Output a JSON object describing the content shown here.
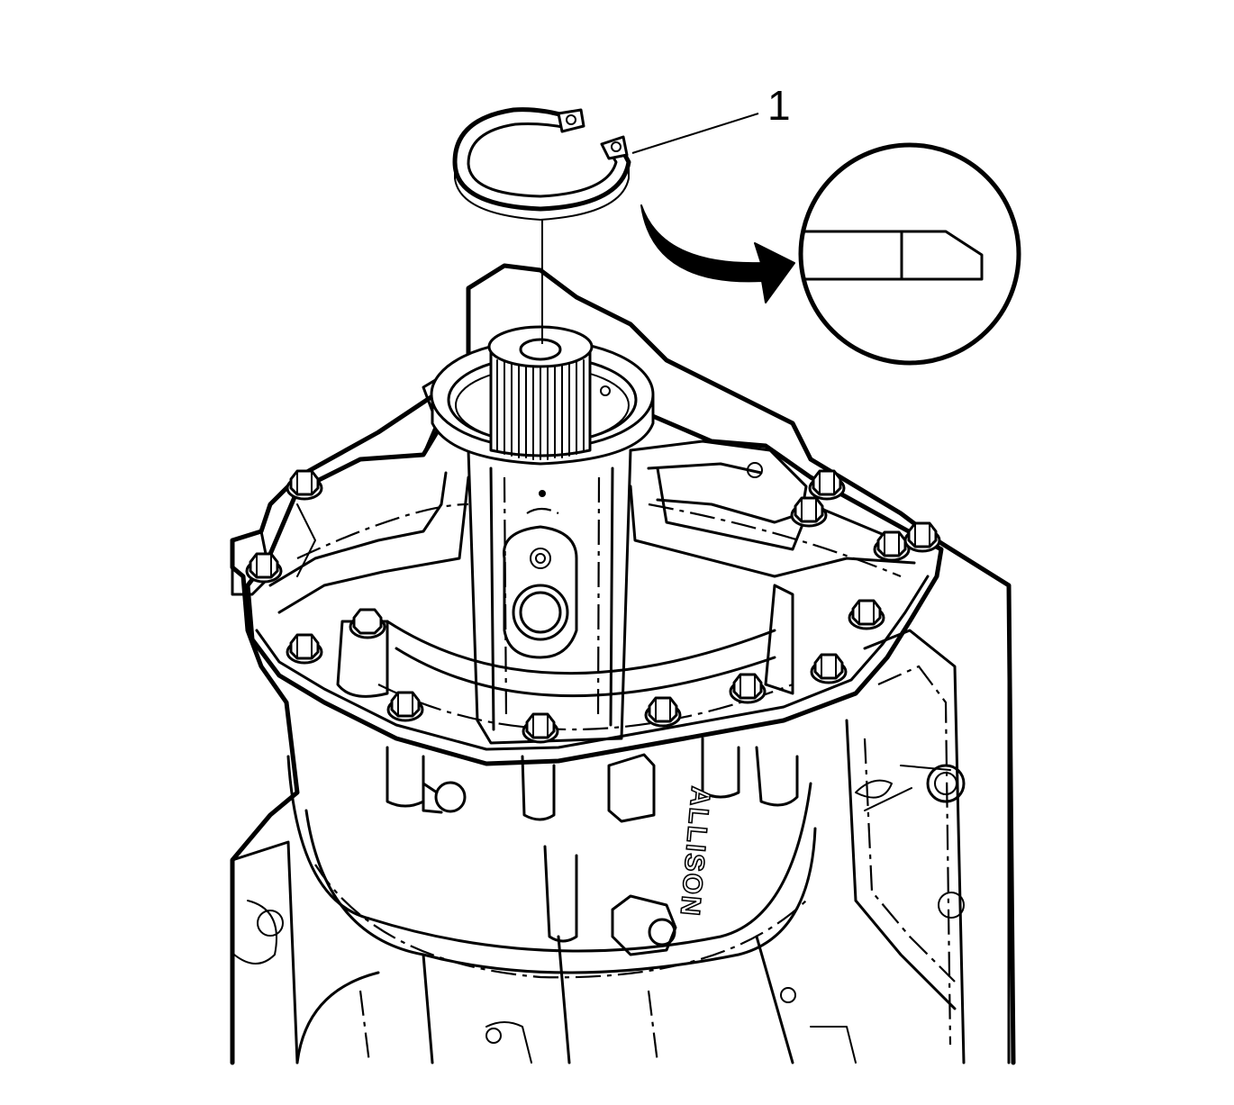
{
  "diagram": {
    "callouts": [
      {
        "number": "1",
        "target": "snap-ring"
      }
    ],
    "housing_brand_text": "ALLISON",
    "colors": {
      "line": "#000000",
      "background": "#ffffff"
    }
  }
}
